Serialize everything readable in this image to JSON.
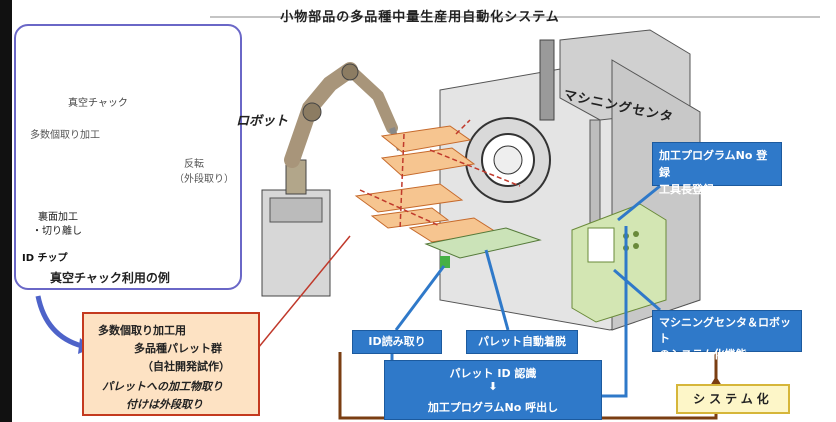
{
  "title": "小物部品の多品種中量生産用自動化システム",
  "example_panel": {
    "vacuum_chuck_label": "真空チャック",
    "multi_piece_label": "多数個取り加工",
    "flip_label": "反転",
    "flip_label2": "（外段取り）",
    "back_processing_label": "裏面加工",
    "cut_off_label": "・切り離し",
    "id_chip_label": "ID チップ",
    "caption": "真空チャック利用の例"
  },
  "robot_label": "ロボット",
  "machining_center_label": "マシニングセンタ",
  "program_box": {
    "line1": "加工プログラムNo 登録",
    "line2": "工具長登録"
  },
  "system_function_box": {
    "line1": "マシニングセンタ＆ロボット",
    "line2": "のシステム化機能"
  },
  "id_read_label": "ID読み取り",
  "pallet_auto_label": "パレット自動着脱",
  "id_recognition": {
    "line1": "パレット ID 認識",
    "arrow": "⬇",
    "line2": "加工プログラムNo 呼出し"
  },
  "system_tag": "システム化",
  "pallet_box": {
    "line1": "多数個取り加工用",
    "line2": "多品種パレット群",
    "line3": "（自社開発試作）",
    "line4": "パレットへの加工物取り",
    "line5": "付けは外段取り"
  }
}
